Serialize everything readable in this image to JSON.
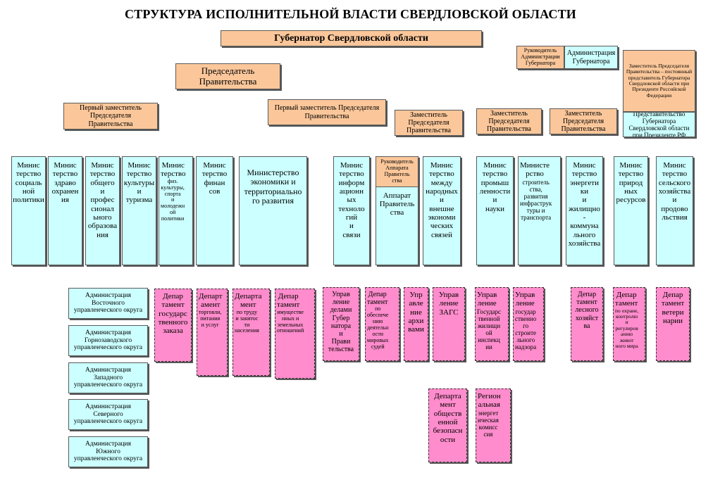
{
  "title": "СТРУКТУРА ИСПОЛНИТЕЛЬНОЙ ВЛАСТИ СВЕРДЛОВСКОЙ ОБЛАСТИ",
  "governor": "Губернатор Свердловской области",
  "admin_head": "Руководитель Администрации Губернатора",
  "admin": "Администрация Губернатора",
  "deputy_governor_rep": "Заместитель Председателя Правительства – постоянный представитель Губернатора Свердловской области при Президенте Российской Федерации",
  "representation": "Представительство Губернатора Свердловской области при Президенте РФ",
  "chairman": "Председатель\nПравительства",
  "first_deputy_1": "Первый заместитель\nПредседателя\nПравительства",
  "first_deputy_2": "Первый заместитель Председателя\nПравительства",
  "deputy_a": "Заместитель\nПредседателя\nПравительства",
  "deputy_b": "Заместитель\nПредседателя\nПравительства",
  "deputy_c": "Заместитель\nПредседателя\nПравительства",
  "ministries": {
    "social": "Минис\nтерство\nсоциаль\nной\nполитики",
    "health": "Минис\nтерство\nздраво\nохранен\nия",
    "education": "Минис\nтерство\nобщего\nи\nпрофес\nсионал\nьного\nобразова\nния",
    "culture": "Минис\nтерство\nкультуры\nи\nтуризма",
    "sport_title": "Минис\nтерство",
    "sport_sub": "физ.\nкультуры,\nспорта\nи\nмолодежн\nой\nполитики",
    "finance": "Минис\nтерство\nфинан\nсов",
    "economy": "Министерство\nэкономики и\nтерриториально\nго развития",
    "it": "Минис\nтерство\nинформ\nационн\nых\nтехноло\nгий\nи\nсвязи",
    "apparat_head": "Руководитель\nАппарата\nПравитель\nства",
    "apparat": "Аппарат\nПравитель\nства",
    "foreign": "Минис\nтерство\nмежду\nнародных\nи\nвнешне\nэкономи\nческих\nсвязей",
    "industry": "Минис\nтерство\nпромыш\nленности\nи\nнауки",
    "construction_title": "Министе\nрство",
    "construction_sub": "строитель\nства,\nразвития\nинфраструк\nтуры и\nтранспорта",
    "energy": "Минис\nтерство\nэнергети\nки\nи\nжилищно\n-\nкоммуна\nльного\nхозяйства",
    "nature": "Минис\nтерство\nприрод\nных\nресурсов",
    "agriculture": "Минис\nтерство\nсельского\nхозяйства\nи\nпродово\nльствия"
  },
  "districts": [
    "Администрация\nВосточного\nуправленческого округа",
    "Администрация\nГорнозаводского\nуправленческого округа",
    "Администрация\nЗападного\nуправленческого округа",
    "Администрация\nСеверного\nуправленческого округа",
    "Администрация\nЮжного\nуправленческого округа"
  ],
  "departments": {
    "gos_zakaz": "Депар\nтамент\nгосударс\nтвенного\nзаказа",
    "torg_title": "Департ\nамент",
    "torg_sub": "торговли,\nпитания\nи услуг",
    "trud_title": "Департа\nмент",
    "trud_sub": "по труду\nи занятос\nти\nнаселения",
    "imush_title": "Депар\nтамент",
    "imush_sub": "имуществе\nнных и\nземельных\nотношений",
    "delami": "Управ\nление\nделами\nГубер\nнатора\nи\nПрави\nтельства",
    "mir_title": "Депар\nтамент",
    "mir_sub": "по\nобеспече\nнию\nдеятельн\nости\nмировых\nсудей",
    "archive": "Упр\nавле\nние\nархи\nвами",
    "zags": "Управ\nление\nЗАГС",
    "zhil": "Управ\nление",
    "zhil_sub": "Государс\nтвенной\nжилищн\nой\nинспекц\nии",
    "stroy": "Управ\nление",
    "stroy_sub": "государ\nственно\nго\nстроите\nльного\nнадзора",
    "les": "Депар\nтамент\nлесного\nхозяйст\nва",
    "animal_title": "Депар\nтамент",
    "animal_sub": "по охране,\nконтролю\nи\nрегулиров\nанию\nживот\nного мира",
    "vet": "Депар\nтамент\nветери\nнарии",
    "security": "Департа\nмент\nобществ\nенной\nбезопасн\nости",
    "rek_title": "Регион\nальная",
    "rek_sub": "энергет\nическая\nкомисс\nсия"
  },
  "colors": {
    "orange": "#fbc79a",
    "cyan": "#ccffff",
    "pink": "#ff8ccc"
  }
}
